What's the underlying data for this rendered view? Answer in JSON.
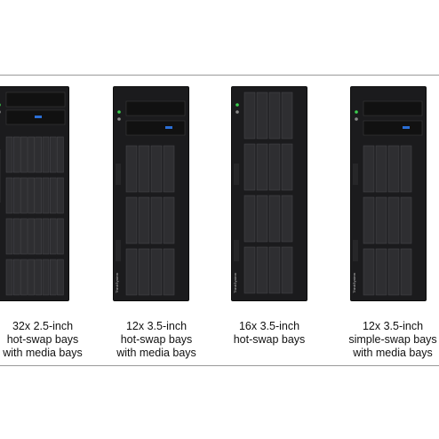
{
  "servers": [
    {
      "config": "32x 2.5-inch",
      "line1": "32x 2.5-inch",
      "line2": "hot-swap bays",
      "line3": "with media bays"
    },
    {
      "config": "12x 3.5-inch",
      "line1": "12x 3.5-inch",
      "line2": "hot-swap bays",
      "line3": "with media bays"
    },
    {
      "config": "16x 3.5-inch",
      "line1": "16x 3.5-inch",
      "line2": "hot-swap bays",
      "line3": ""
    },
    {
      "config": "12x 3.5-inch",
      "line1": "12x 3.5-inch",
      "line2": "simple-swap bays",
      "line3": "with media bays"
    }
  ],
  "brand_text": "ThinkSystem",
  "colors": {
    "chassis": "#1b1b1d",
    "bay": "#2e2e31",
    "accent_blue": "#2b6fd6",
    "led_green": "#3ccf4e"
  }
}
